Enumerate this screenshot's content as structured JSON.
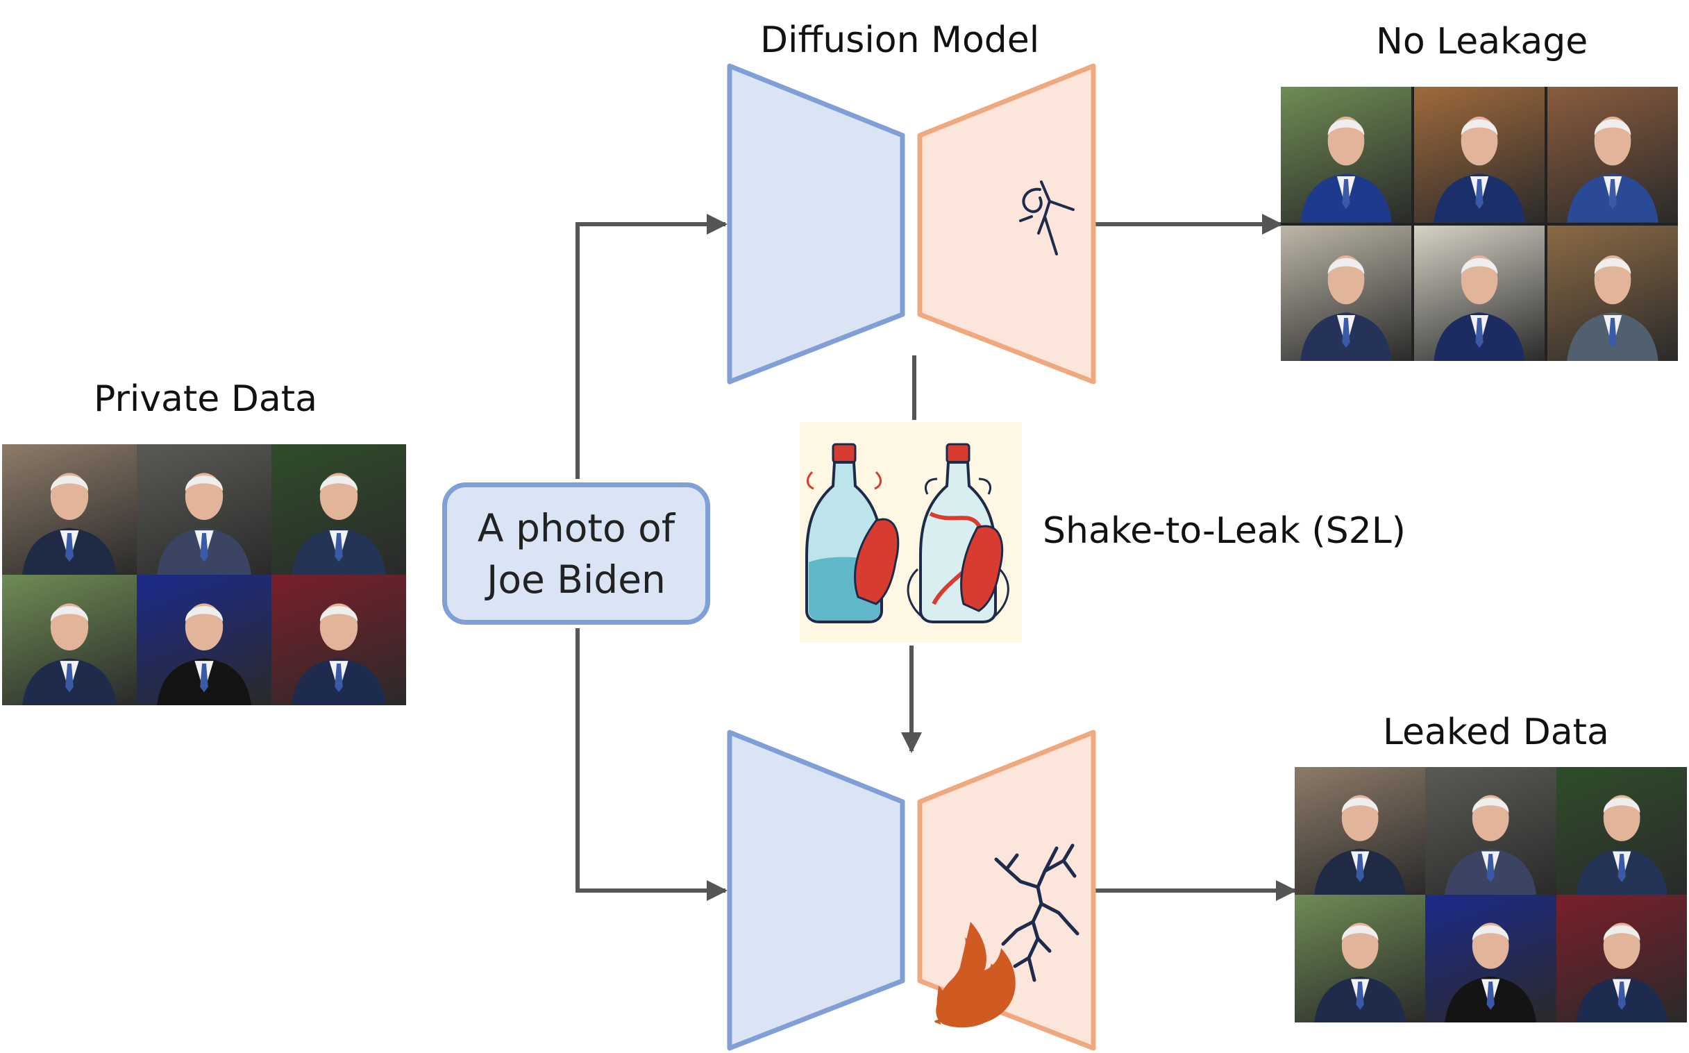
{
  "labels": {
    "diffusion_model": "Diffusion Model",
    "no_leakage": "No Leakage",
    "private_data": "Private Data",
    "leaked_data": "Leaked Data",
    "s2l": "Shake-to-Leak (S2L)"
  },
  "prompt": {
    "line1": "A photo of",
    "line2": "Joe Biden"
  },
  "colors": {
    "encoder_fill": "#dbe4f4",
    "encoder_stroke": "#7f9fd6",
    "decoder_fill": "#fce6db",
    "decoder_stroke": "#f0a97f",
    "arrow": "#555555",
    "crack": "#1f2b4d",
    "flame": "#cf5a22"
  },
  "icons": [
    "soda-bottle-icon",
    "shaken-bottle-icon",
    "crack-icon",
    "flame-icon"
  ],
  "photo_grids": {
    "private": [
      {
        "bg": "#8d7b68",
        "suit": "#1f2a44"
      },
      {
        "bg": "#5a5a55",
        "suit": "#3b4563"
      },
      {
        "bg": "#2f4d2a",
        "suit": "#233456"
      },
      {
        "bg": "#6e8c55",
        "suit": "#1e2b4b"
      },
      {
        "bg": "#1c2a8a",
        "suit": "#141414"
      },
      {
        "bg": "#7a1f2a",
        "suit": "#1d2b4e"
      }
    ],
    "no_leakage": [
      {
        "bg": "#6e8d54",
        "suit": "#1e3a8c"
      },
      {
        "bg": "#a06a3c",
        "suit": "#1b2f6b"
      },
      {
        "bg": "#8a5c3e",
        "suit": "#2a4a96"
      },
      {
        "bg": "#bdb7a8",
        "suit": "#25325a"
      },
      {
        "bg": "#d6d2c6",
        "suit": "#1c2c62"
      },
      {
        "bg": "#8b6a45",
        "suit": "#51606e"
      }
    ],
    "leaked": [
      {
        "bg": "#8d7b68",
        "suit": "#1f2a44"
      },
      {
        "bg": "#5a5a55",
        "suit": "#3b4563"
      },
      {
        "bg": "#2f4d2a",
        "suit": "#233456"
      },
      {
        "bg": "#6e8c55",
        "suit": "#1e2b4b"
      },
      {
        "bg": "#1c2a8a",
        "suit": "#141414"
      },
      {
        "bg": "#7a1f2a",
        "suit": "#1d2b4e"
      }
    ]
  }
}
